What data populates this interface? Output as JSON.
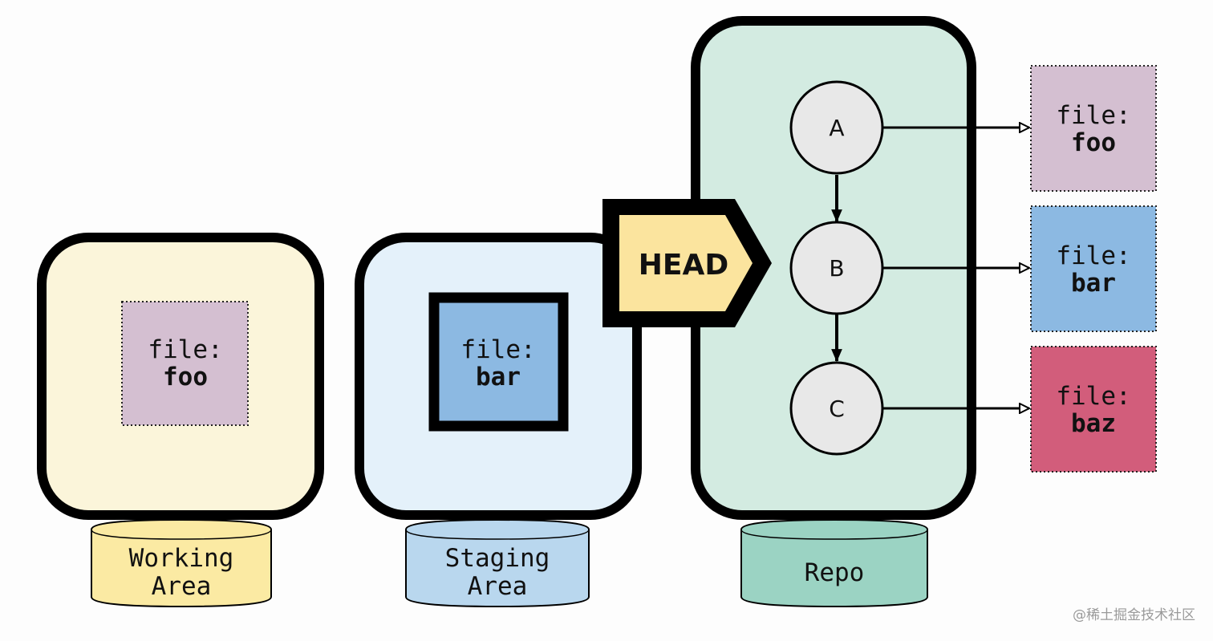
{
  "colors": {
    "working_bg": "#fbf5da",
    "staging_bg": "#e4f1fa",
    "repo_bg": "#d3ebe1",
    "working_label_bg": "#fbeaa3",
    "staging_label_bg": "#b9d7ee",
    "repo_label_bg": "#9bd3c3",
    "foo_file": "#d4bfd1",
    "bar_file": "#8cb9e2",
    "baz_file": "#d25d7b",
    "head_fill": "#fbe49e",
    "commit_fill": "#e8e8e8",
    "outline": "#000000"
  },
  "areas": {
    "working": {
      "label_line1": "Working",
      "label_line2": "Area"
    },
    "staging": {
      "label_line1": "Staging",
      "label_line2": "Area"
    },
    "repo": {
      "label": "Repo"
    }
  },
  "working_file": {
    "prefix": "file:",
    "name": "foo"
  },
  "staging_file": {
    "prefix": "file:",
    "name": "bar"
  },
  "head": {
    "label": "HEAD"
  },
  "commits": [
    "A",
    "B",
    "C"
  ],
  "commit_files": [
    {
      "prefix": "file:",
      "name": "foo"
    },
    {
      "prefix": "file:",
      "name": "bar"
    },
    {
      "prefix": "file:",
      "name": "baz"
    }
  ],
  "watermark": "@稀土掘金技术社区"
}
